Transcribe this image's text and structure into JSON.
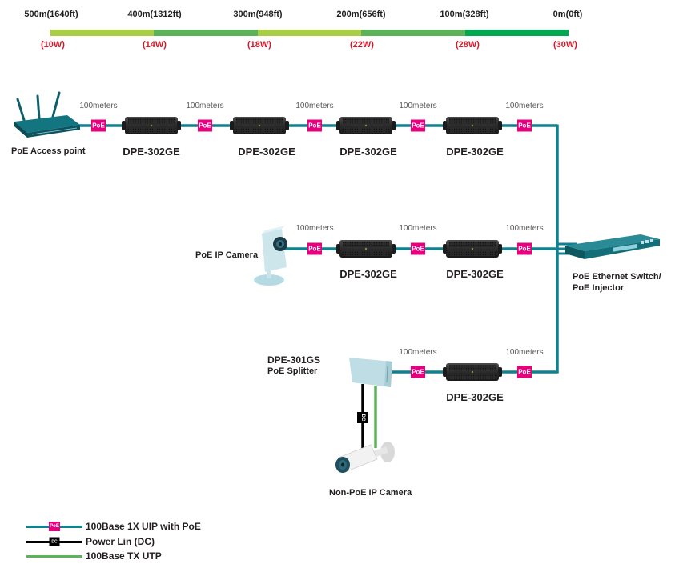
{
  "distance_scale": {
    "distances": [
      "500m(1640ft)",
      "400m(1312ft)",
      "300m(948ft)",
      "200m(656ft)",
      "100m(328ft)",
      "0m(0ft)"
    ],
    "watts": [
      "(10W)",
      "(14W)",
      "(18W)",
      "(22W)",
      "(28W)",
      "(30W)"
    ],
    "segment_colors": [
      "#a8cf45",
      "#5db35a",
      "#a8cf45",
      "#5db35a",
      "#00a94f"
    ]
  },
  "colors": {
    "poe_line": "#0f8290",
    "dc_line": "#000000",
    "utp_line": "#5db35a",
    "poe_badge": "#e6007e"
  },
  "segment_label": "100meters",
  "poe_badge_label": "PoE",
  "dc_badge_label": "DC",
  "row1": {
    "source_label": "PoE Access point",
    "extenders": [
      "DPE-302GE",
      "DPE-302GE",
      "DPE-302GE",
      "DPE-302GE"
    ]
  },
  "row2": {
    "source_label": "PoE IP Camera",
    "extenders": [
      "DPE-302GE",
      "DPE-302GE"
    ]
  },
  "row3": {
    "splitter_model": "DPE-301GS",
    "splitter_label": "PoE Splitter",
    "extenders": [
      "DPE-302GE"
    ],
    "camera_label": "Non-PoE IP Camera"
  },
  "switch": {
    "label_line1": "PoE Ethernet Switch/",
    "label_line2": "PoE Injector"
  },
  "legend": [
    {
      "badge": "PoE",
      "text": "100Base 1X UIP with PoE"
    },
    {
      "badge": "DC",
      "text": "Power Lin (DC)"
    },
    {
      "badge": "",
      "text": "100Base TX UTP"
    }
  ]
}
